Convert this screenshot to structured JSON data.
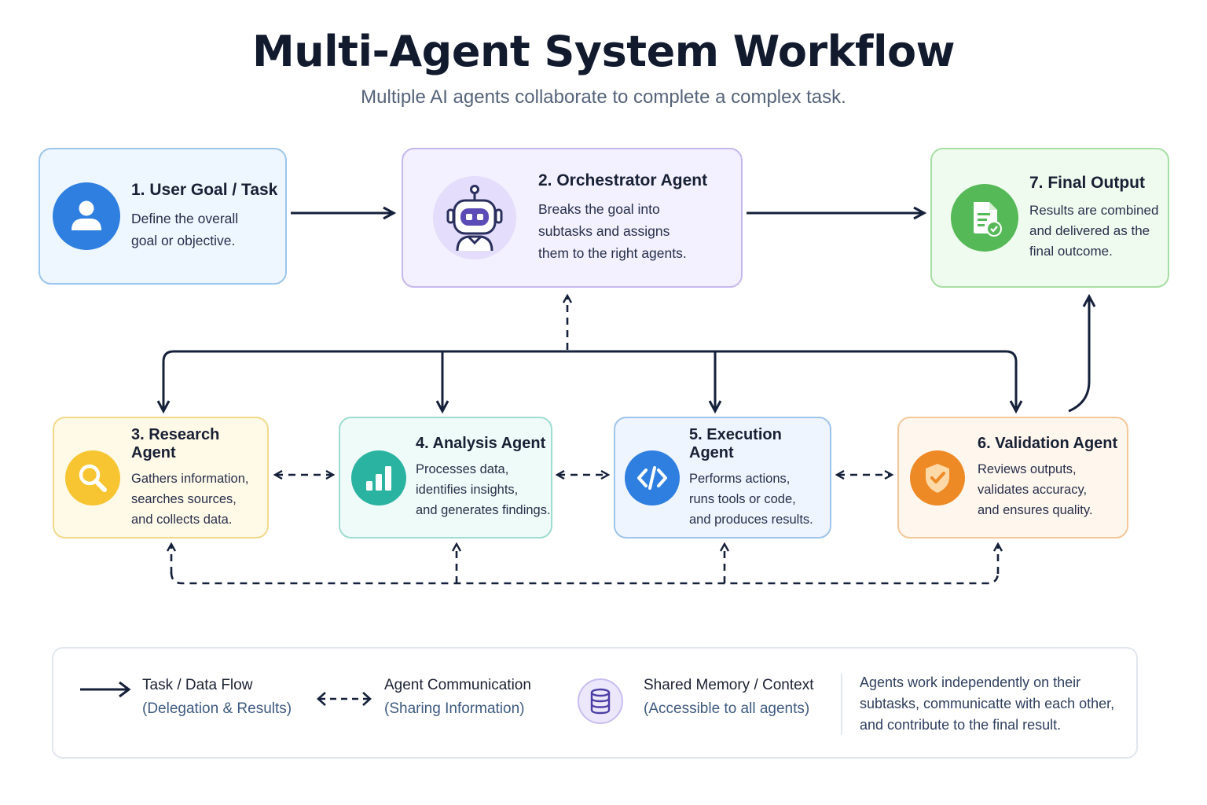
{
  "header": {
    "title": "Multi-Agent System Workflow",
    "subtitle": "Multiple AI agents collaborate to complete a complex task."
  },
  "nodes": {
    "user_goal": {
      "title": "1. User Goal / Task",
      "lines": [
        "Define the overall",
        "goal or objective."
      ],
      "icon": "user-icon"
    },
    "orchestrator": {
      "title": "2. Orchestrator Agent",
      "lines": [
        "Breaks the goal into",
        "subtasks and assigns",
        "them to the right agents."
      ],
      "icon": "robot-icon"
    },
    "research": {
      "title": "3. Research Agent",
      "lines": [
        "Gathers information,",
        "searches sources,",
        "and collects data."
      ],
      "icon": "search-icon"
    },
    "analysis": {
      "title": "4. Analysis Agent",
      "lines": [
        "Processes data,",
        "identifies insights,",
        "and generates findings."
      ],
      "icon": "bar-chart-icon"
    },
    "execution": {
      "title": "5. Execution Agent",
      "lines": [
        "Performs actions,",
        "runs tools or code,",
        "and produces results."
      ],
      "icon": "code-icon"
    },
    "validation": {
      "title": "6. Validation Agent",
      "lines": [
        "Reviews outputs,",
        "validates accuracy,",
        "and ensures quality."
      ],
      "icon": "shield-check-icon"
    },
    "final_output": {
      "title": "7. Final Output",
      "lines": [
        "Results are combined",
        "and delivered as the",
        "final outcome."
      ],
      "icon": "document-check-icon"
    }
  },
  "legend": {
    "task_flow": {
      "title": "Task / Data Flow",
      "sub": "(Delegation & Results)"
    },
    "communication": {
      "title": "Agent Communication",
      "sub": "(Sharing Information)"
    },
    "memory": {
      "title": "Shared Memory / Context",
      "sub": "(Accessible to all agents)",
      "icon": "database-icon"
    },
    "note": "Agents work independently on their subtasks, communicatte with each other, and contribute to the final result."
  },
  "colors": {
    "arrow": "#15203a",
    "user": "#2f7fe0",
    "orchestrator": "#5a4bb7",
    "research": "#f6c531",
    "analysis": "#2bb3a2",
    "execution": "#2f7fe0",
    "validation": "#ee8a25",
    "final": "#55b957"
  }
}
